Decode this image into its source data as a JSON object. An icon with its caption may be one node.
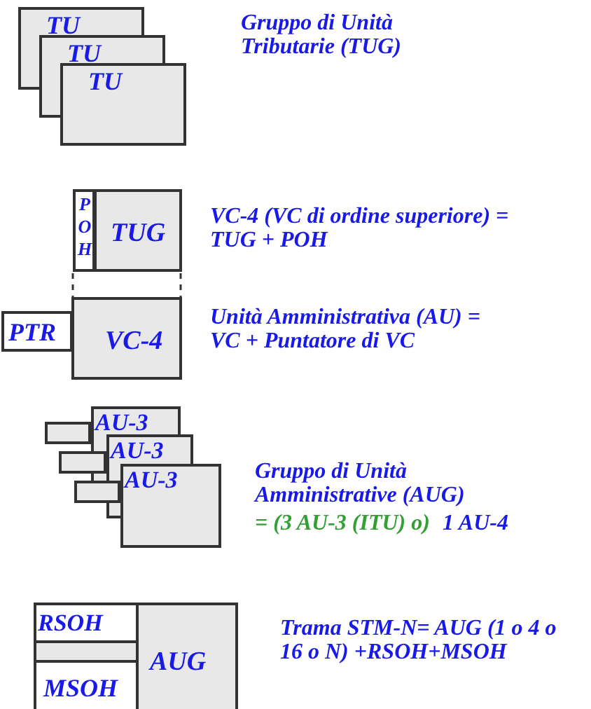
{
  "diagram": {
    "nodes": [
      {
        "text": [
          "TU"
        ]
      },
      {
        "text": [
          "TU"
        ]
      },
      {
        "text": [
          "TU"
        ]
      },
      {
        "text": [
          "POH"
        ]
      },
      {
        "text": [
          "TUG"
        ]
      },
      {
        "text": [
          "PTR"
        ]
      },
      {
        "text": [
          "VC-4"
        ]
      },
      {
        "text": [
          "AU-3"
        ]
      },
      {
        "text": [],
        "shape": "box"
      },
      {
        "text": [
          "AU-3"
        ]
      },
      {
        "text": [],
        "shape": "box"
      },
      {
        "text": [
          "AU-3"
        ]
      },
      {
        "text": [],
        "shape": "box"
      },
      {
        "text": [
          "RSOH"
        ]
      },
      {
        "text": [],
        "shape": "box"
      },
      {
        "text": [
          "MSOH"
        ]
      },
      {
        "text": [
          "AUG"
        ]
      }
    ],
    "labels": [
      "Gruppo di Unità Tributarie (TUG)",
      "VC-4 (VC di ordine superiore) = TUG + POH",
      "Unità Amministrativa (AU) = VC + Puntatore di VC",
      "Gruppo di Unità Amministrative (AUG)",
      "= (3 AU-3 (ITU) o)",
      "1 AU-4",
      "Trama STM-N= AUG (1 o 4 o 16 o N) +RSOH+MSOH"
    ]
  }
}
